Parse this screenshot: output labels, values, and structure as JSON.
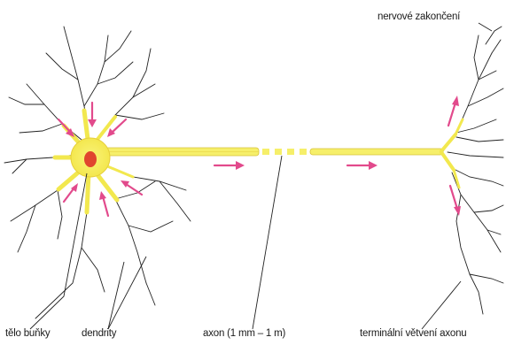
{
  "labels": {
    "nerve_ending": "nervové zakončení",
    "cell_body": "tělo buňky",
    "dendrites": "dendrity",
    "axon": "axon (1 mm – 1 m)",
    "terminal_branches": "terminální větvení axonu"
  },
  "colors": {
    "neuron_fill": "#f7f05a",
    "neuron_edge": "#e8c93a",
    "nucleus": "#e0452e",
    "arrow": "#e24a8c",
    "line": "#222222"
  },
  "icons": {
    "signal_arrow": "arrow-icon"
  }
}
